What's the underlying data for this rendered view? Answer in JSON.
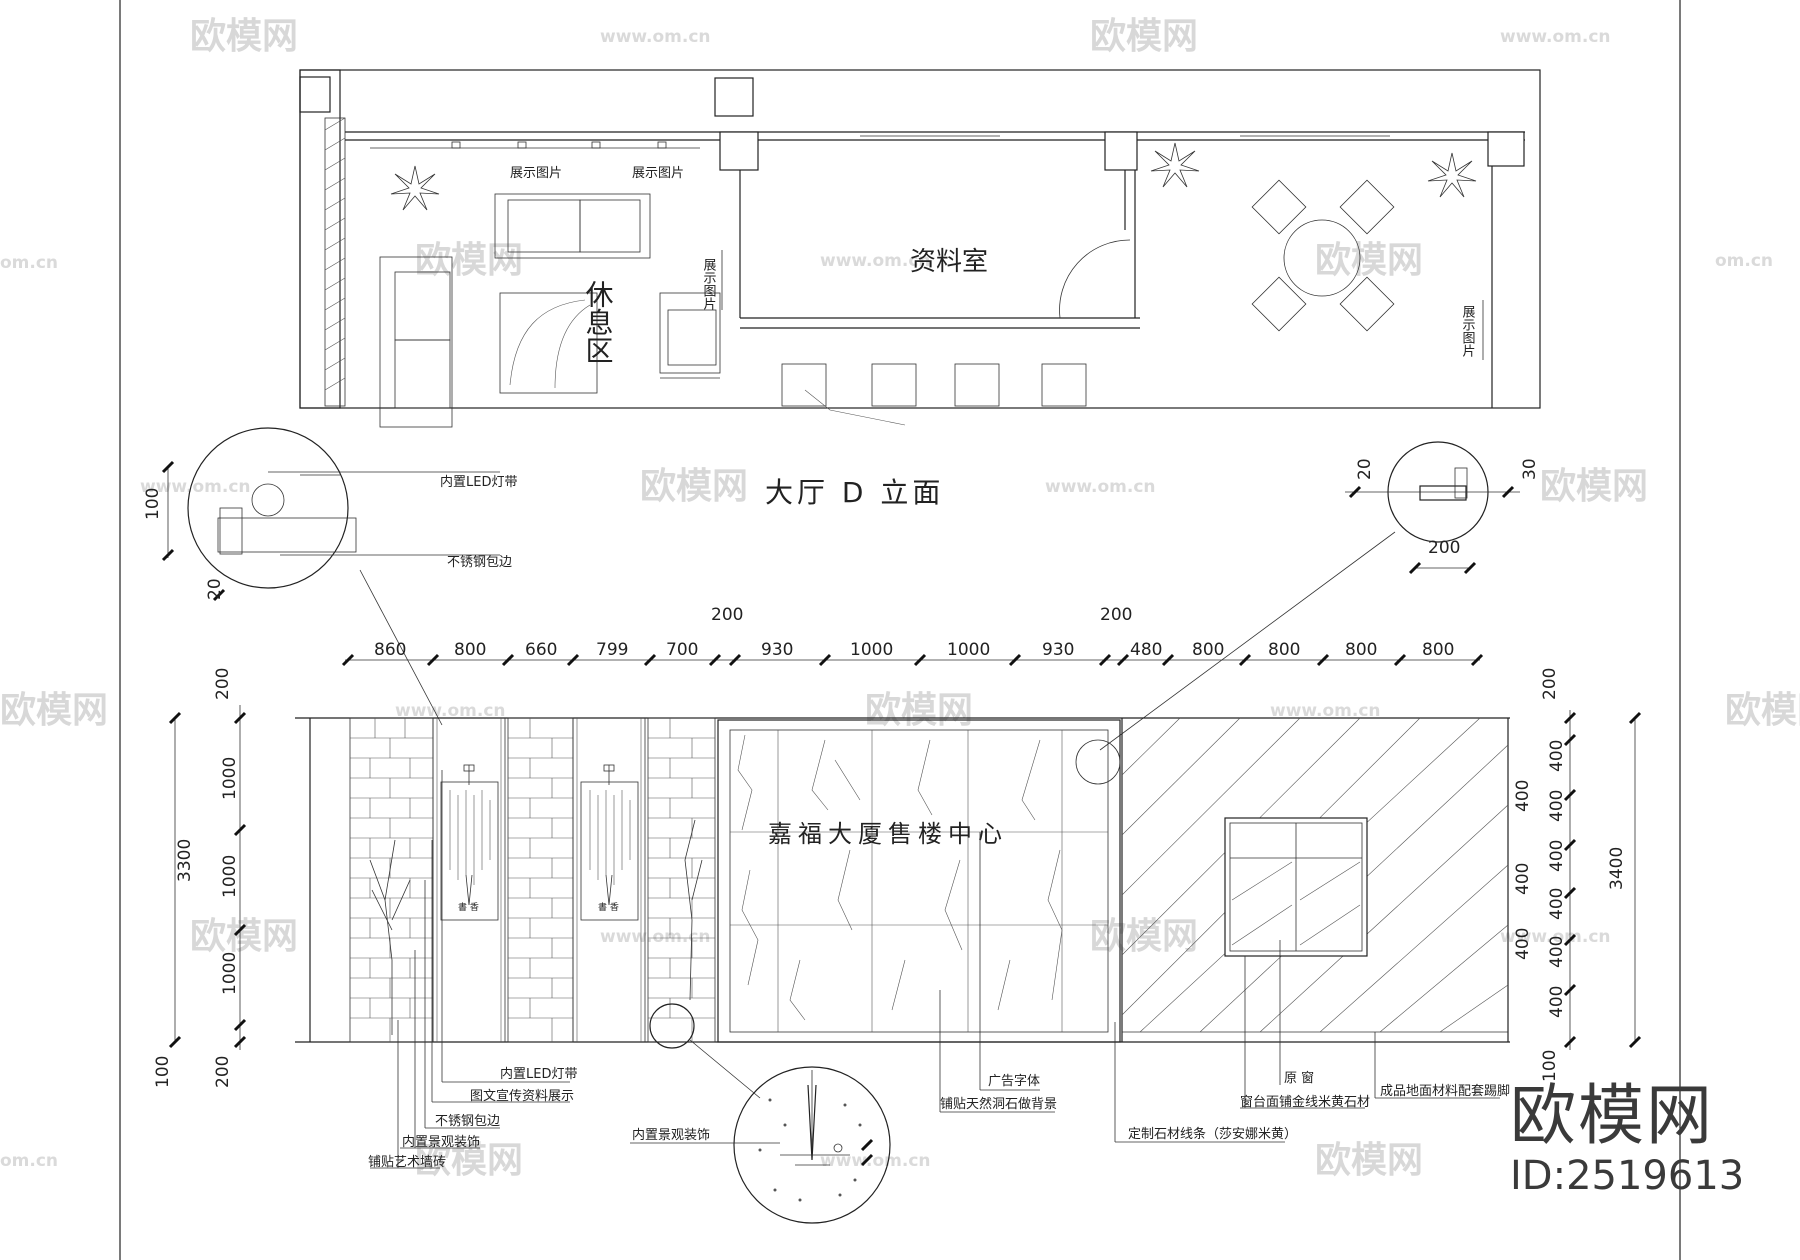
{
  "watermark": {
    "brand": "欧模网",
    "url": "www.om.cn",
    "url_short": "om.cn",
    "id_label": "ID:2519613"
  },
  "plan": {
    "rest_area": "休息区",
    "archive_room": "资料室",
    "display_pictures_1": "展示图片",
    "display_pictures_2": "展示图片",
    "display_pictures_vertical_1": "展示图片",
    "display_pictures_vertical_2": "展示图片"
  },
  "elevation": {
    "title": "大厅 D 立面",
    "sign_text": "嘉福大厦售楼中心",
    "top_dims": [
      "860",
      "800",
      "660",
      "799",
      "700",
      "930",
      "1000",
      "1000",
      "930",
      "480",
      "800",
      "800",
      "800",
      "800"
    ],
    "top_extra_left": "200",
    "top_extra_right": "200",
    "left_dims": [
      "200",
      "1000",
      "1000",
      "1000",
      "200",
      "100"
    ],
    "left_total": "3300",
    "right_dims": [
      "200",
      "400",
      "400",
      "400",
      "400",
      "400",
      "400",
      "400",
      "400"
    ],
    "right_total": "3400",
    "right_bottom": "100"
  },
  "details": {
    "left_led": "内置LED灯带",
    "left_steel": "不锈钢包边",
    "left_dim_100": "100",
    "left_dim_20": "20",
    "right_dim_20": "20",
    "right_dim_30": "30",
    "right_dim_200": "200"
  },
  "callouts": {
    "led_strip": "内置LED灯带",
    "brochure_display": "图文宣传资料展示",
    "steel_edge": "不锈钢包边",
    "landscape_decor": "内置景观装饰",
    "art_wall_brick": "铺贴艺术墙砖",
    "landscape_decor_detail": "内置景观装饰",
    "ad_letters": "广告字体",
    "marble_bg": "铺贴天然洞石做背景",
    "stone_line": "定制石材线条（莎安娜米黄）",
    "orig_window": "原 窗",
    "window_stone": "窗台面铺金线米黄石材",
    "skirting": "成品地面材料配套踢脚"
  }
}
